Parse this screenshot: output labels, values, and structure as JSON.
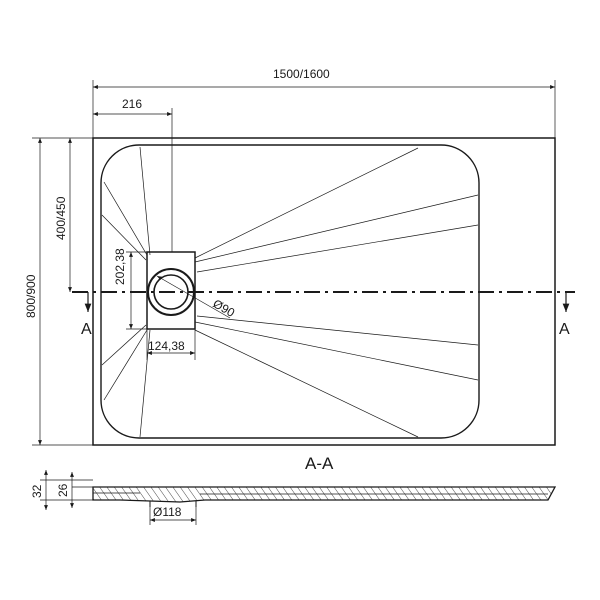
{
  "dimensions": {
    "overall_length": "1500/1600",
    "overall_width": "800/900",
    "drain_offset_x": "216",
    "drain_offset_y": "400/450",
    "drain_box_height": "202,38",
    "drain_box_width": "124,38",
    "drain_diameter": "Ø90",
    "total_height": "32",
    "rim_height": "26",
    "outlet_diameter": "Ø118"
  },
  "section": {
    "marker_left": "A",
    "marker_right": "A",
    "label": "A-A"
  },
  "colors": {
    "line": "#1a1a1a",
    "background": "#ffffff"
  }
}
